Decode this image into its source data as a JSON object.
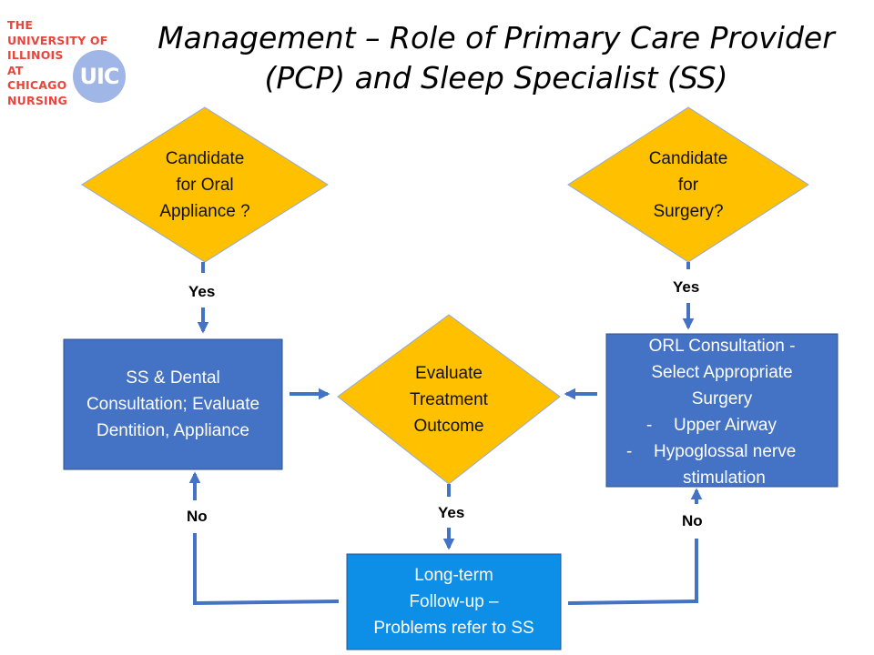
{
  "logo": {
    "lines": [
      "THE",
      "UNIVERSITY OF",
      "ILLINOIS",
      "AT",
      "CHICAGO",
      "NURSING"
    ],
    "badge": "UIC"
  },
  "title": {
    "line1": "Management – Role of Primary Care Provider",
    "line2": "(PCP) and Sleep Specialist (SS)"
  },
  "colors": {
    "diamond": "#ffc000",
    "box": "#4472c4",
    "box_bright": "#0d8fe8",
    "arrow": "#4472c4"
  },
  "nodes": {
    "oral_decision": [
      "Candidate",
      "for Oral",
      "Appliance ?"
    ],
    "surgery_decision": [
      "Candidate",
      "for",
      "Surgery?"
    ],
    "ss_dental": [
      "SS & Dental",
      "Consultation; Evaluate",
      "Dentition, Appliance"
    ],
    "evaluate": [
      "Evaluate",
      "Treatment",
      "Outcome"
    ],
    "orl": {
      "line1": "ORL Consultation -",
      "line2": "Select Appropriate",
      "line3": "Surgery",
      "bullet1_marker": "-",
      "bullet1": "Upper Airway",
      "bullet2_marker": "-",
      "bullet2": "Hypoglossal nerve",
      "bullet2_cont": "stimulation"
    },
    "followup": [
      "Long-term",
      "Follow-up –",
      "Problems refer to SS"
    ]
  },
  "labels": {
    "yes_oral": "Yes",
    "yes_surgery": "Yes",
    "yes_evaluate": "Yes",
    "no_left": "No",
    "no_right": "No"
  }
}
